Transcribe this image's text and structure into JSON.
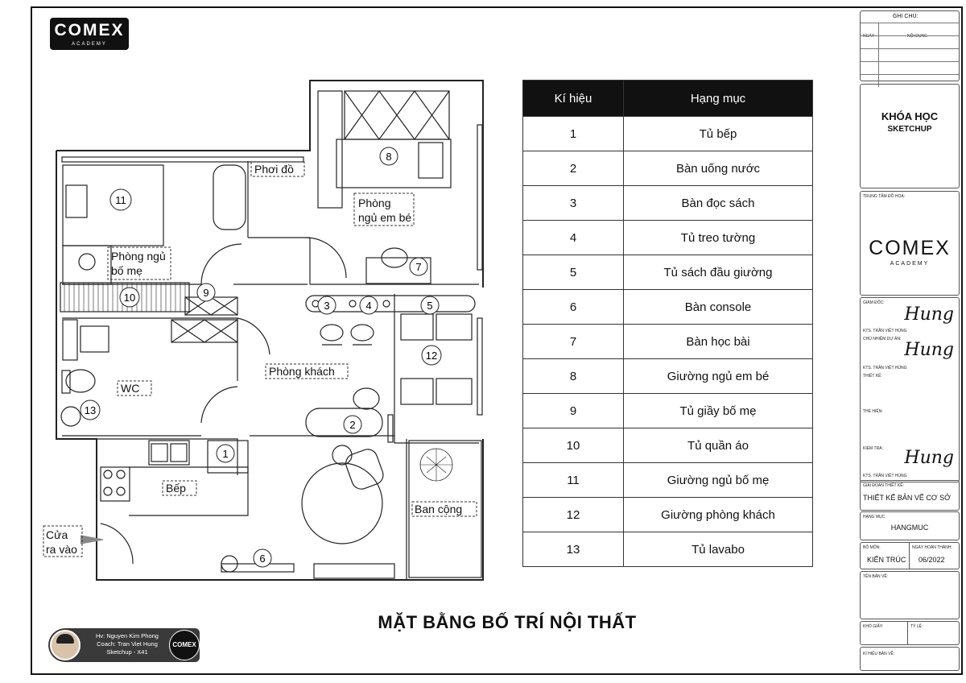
{
  "header": {
    "logo_main": "COMEX",
    "logo_sub": "ACADEMY"
  },
  "plan": {
    "rooms": {
      "phoi_do": "Phơi đồ",
      "phong_ngu_em_be_1": "Phòng",
      "phong_ngu_em_be_2": "ngủ em bé",
      "phong_ngu_bo_me_1": "Phòng ngủ",
      "phong_ngu_bo_me_2": "bố mẹ",
      "phong_khach": "Phòng khách",
      "wc": "WC",
      "bep": "Bếp",
      "ban_cong": "Ban cộng",
      "cua_1": "Cửa",
      "cua_2": "ra vào"
    },
    "markers": [
      "1",
      "2",
      "3",
      "4",
      "5",
      "6",
      "7",
      "8",
      "9",
      "10",
      "11",
      "12",
      "13"
    ]
  },
  "legend": {
    "col_symbol": "Kí hiệu",
    "col_item": "Hạng mục",
    "rows": [
      {
        "id": "1",
        "name": "Tủ bếp"
      },
      {
        "id": "2",
        "name": "Bàn uống nước"
      },
      {
        "id": "3",
        "name": "Bàn đọc sách"
      },
      {
        "id": "4",
        "name": "Tủ treo tường"
      },
      {
        "id": "5",
        "name": "Tủ sách đầu giường"
      },
      {
        "id": "6",
        "name": "Bàn console"
      },
      {
        "id": "7",
        "name": "Bàn học bài"
      },
      {
        "id": "8",
        "name": "Giường ngủ em bé"
      },
      {
        "id": "9",
        "name": "Tủ giầy bố mẹ"
      },
      {
        "id": "10",
        "name": "Tủ quần áo"
      },
      {
        "id": "11",
        "name": "Giường ngủ bố mẹ"
      },
      {
        "id": "12",
        "name": "Giường phòng khách"
      },
      {
        "id": "13",
        "name": "Tủ lavabo"
      }
    ]
  },
  "drawing_title": "MẶT BẰNG BỐ TRÍ NỘI THẤT",
  "credit": {
    "line1": "Hv: Nguyen Kim Phong",
    "line2": "Coach: Tran Viet Hung",
    "line3": "Sketchup - X41",
    "badge": "COMEX"
  },
  "title_block": {
    "notes_title": "GHI CHÚ:",
    "notes_col_date": "NGÀY",
    "notes_col_content": "NỘI DUNG",
    "course_1": "KHÓA HỌC",
    "course_2": "SKETCHUP",
    "center_label": "TRUNG TÂM ĐỒ HỌA:",
    "center_logo": "COMEX",
    "center_logo_sub": "ACADEMY",
    "director_label": "GIÁM ĐỐC:",
    "director_name": "KTS. TRẦN VIỆT HÙNG",
    "lead_label": "CHỦ NHIỆM DỰ ÁN:",
    "lead_name": "KTS. TRẦN VIỆT HÙNG",
    "design_label": "THIẾT KẾ:",
    "draw_label": "THỂ HIỆN:",
    "check_label": "KIỂM TRA:",
    "check_name": "KTS. TRẦN VIỆT HÙNG",
    "stage_label": "GIAI ĐOẠN THIẾT KẾ:",
    "stage_value": "THIẾT KẾ BẢN VẼ CƠ SỞ",
    "item_label": "HẠNG MỤC",
    "item_value": "HANGMUC",
    "dept_label": "BỘ MÔN:",
    "dept_value": "KIẾN TRÚC",
    "done_label": "NGÀY HOÀN THÀNH:",
    "done_value": "06/2022",
    "sheet_name_label": "TÊN BẢN VẼ:",
    "paper_label": "KHỔ GIẤY:",
    "scale_label": "TỶ LỆ:",
    "sheet_code_label": "KÍ HIỆU BẢN VẼ:",
    "signature": "Hung"
  }
}
